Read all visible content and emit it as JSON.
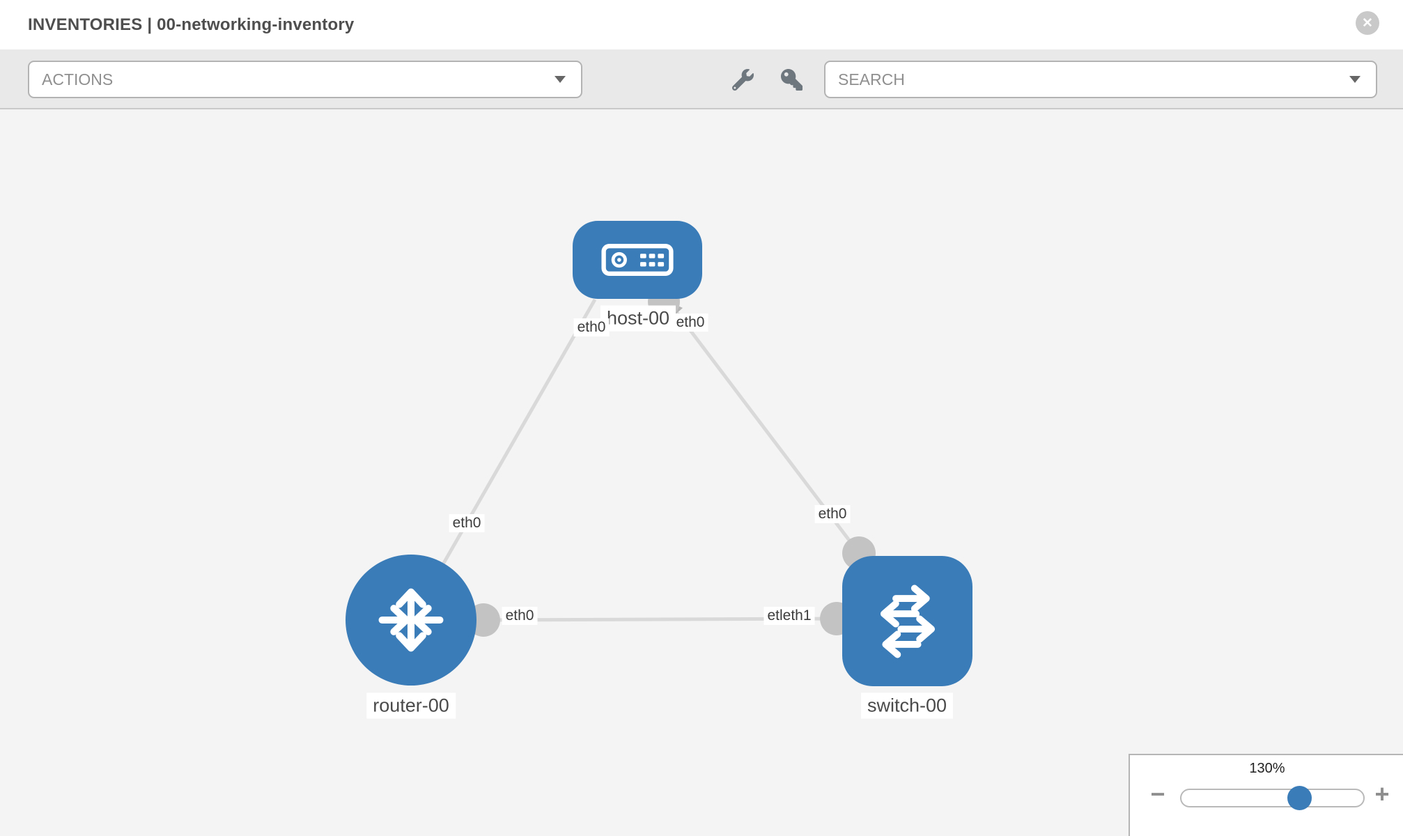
{
  "header": {
    "title": "INVENTORIES | 00-networking-inventory"
  },
  "toolbar": {
    "actions_label": "ACTIONS",
    "search_label": "SEARCH",
    "tool_icons": [
      "wrench-icon",
      "key-icon"
    ]
  },
  "topology": {
    "nodes": [
      {
        "id": "host-00",
        "label": "host-00",
        "type": "host",
        "icon": "server-icon"
      },
      {
        "id": "router-00",
        "label": "router-00",
        "type": "router",
        "icon": "router-arrows-icon"
      },
      {
        "id": "switch-00",
        "label": "switch-00",
        "type": "switch",
        "icon": "switch-arrows-icon"
      }
    ],
    "links": [
      {
        "from": "router-00",
        "to": "host-00",
        "labels": [
          "eth0",
          "eth0"
        ]
      },
      {
        "from": "switch-00",
        "to": "host-00",
        "labels": [
          "eth0",
          "eth0"
        ]
      },
      {
        "from": "router-00",
        "to": "switch-00",
        "labels": [
          "eth0",
          "etleth1"
        ]
      }
    ],
    "interface_labels": [
      "eth0",
      "eth0",
      "eth0",
      "eth0",
      "etleth1",
      "eth0"
    ]
  },
  "zoom_control": {
    "level": "130%"
  },
  "icons": {
    "close": "✕",
    "minus": "−",
    "plus": "+"
  },
  "colors": {
    "node_blue": "#3a7cb8",
    "link_gray": "#d9d9d9",
    "interface_dot_gray": "#c3c3c3",
    "toolbar_bg": "#e9e9e9",
    "canvas_bg": "#f4f4f4"
  }
}
